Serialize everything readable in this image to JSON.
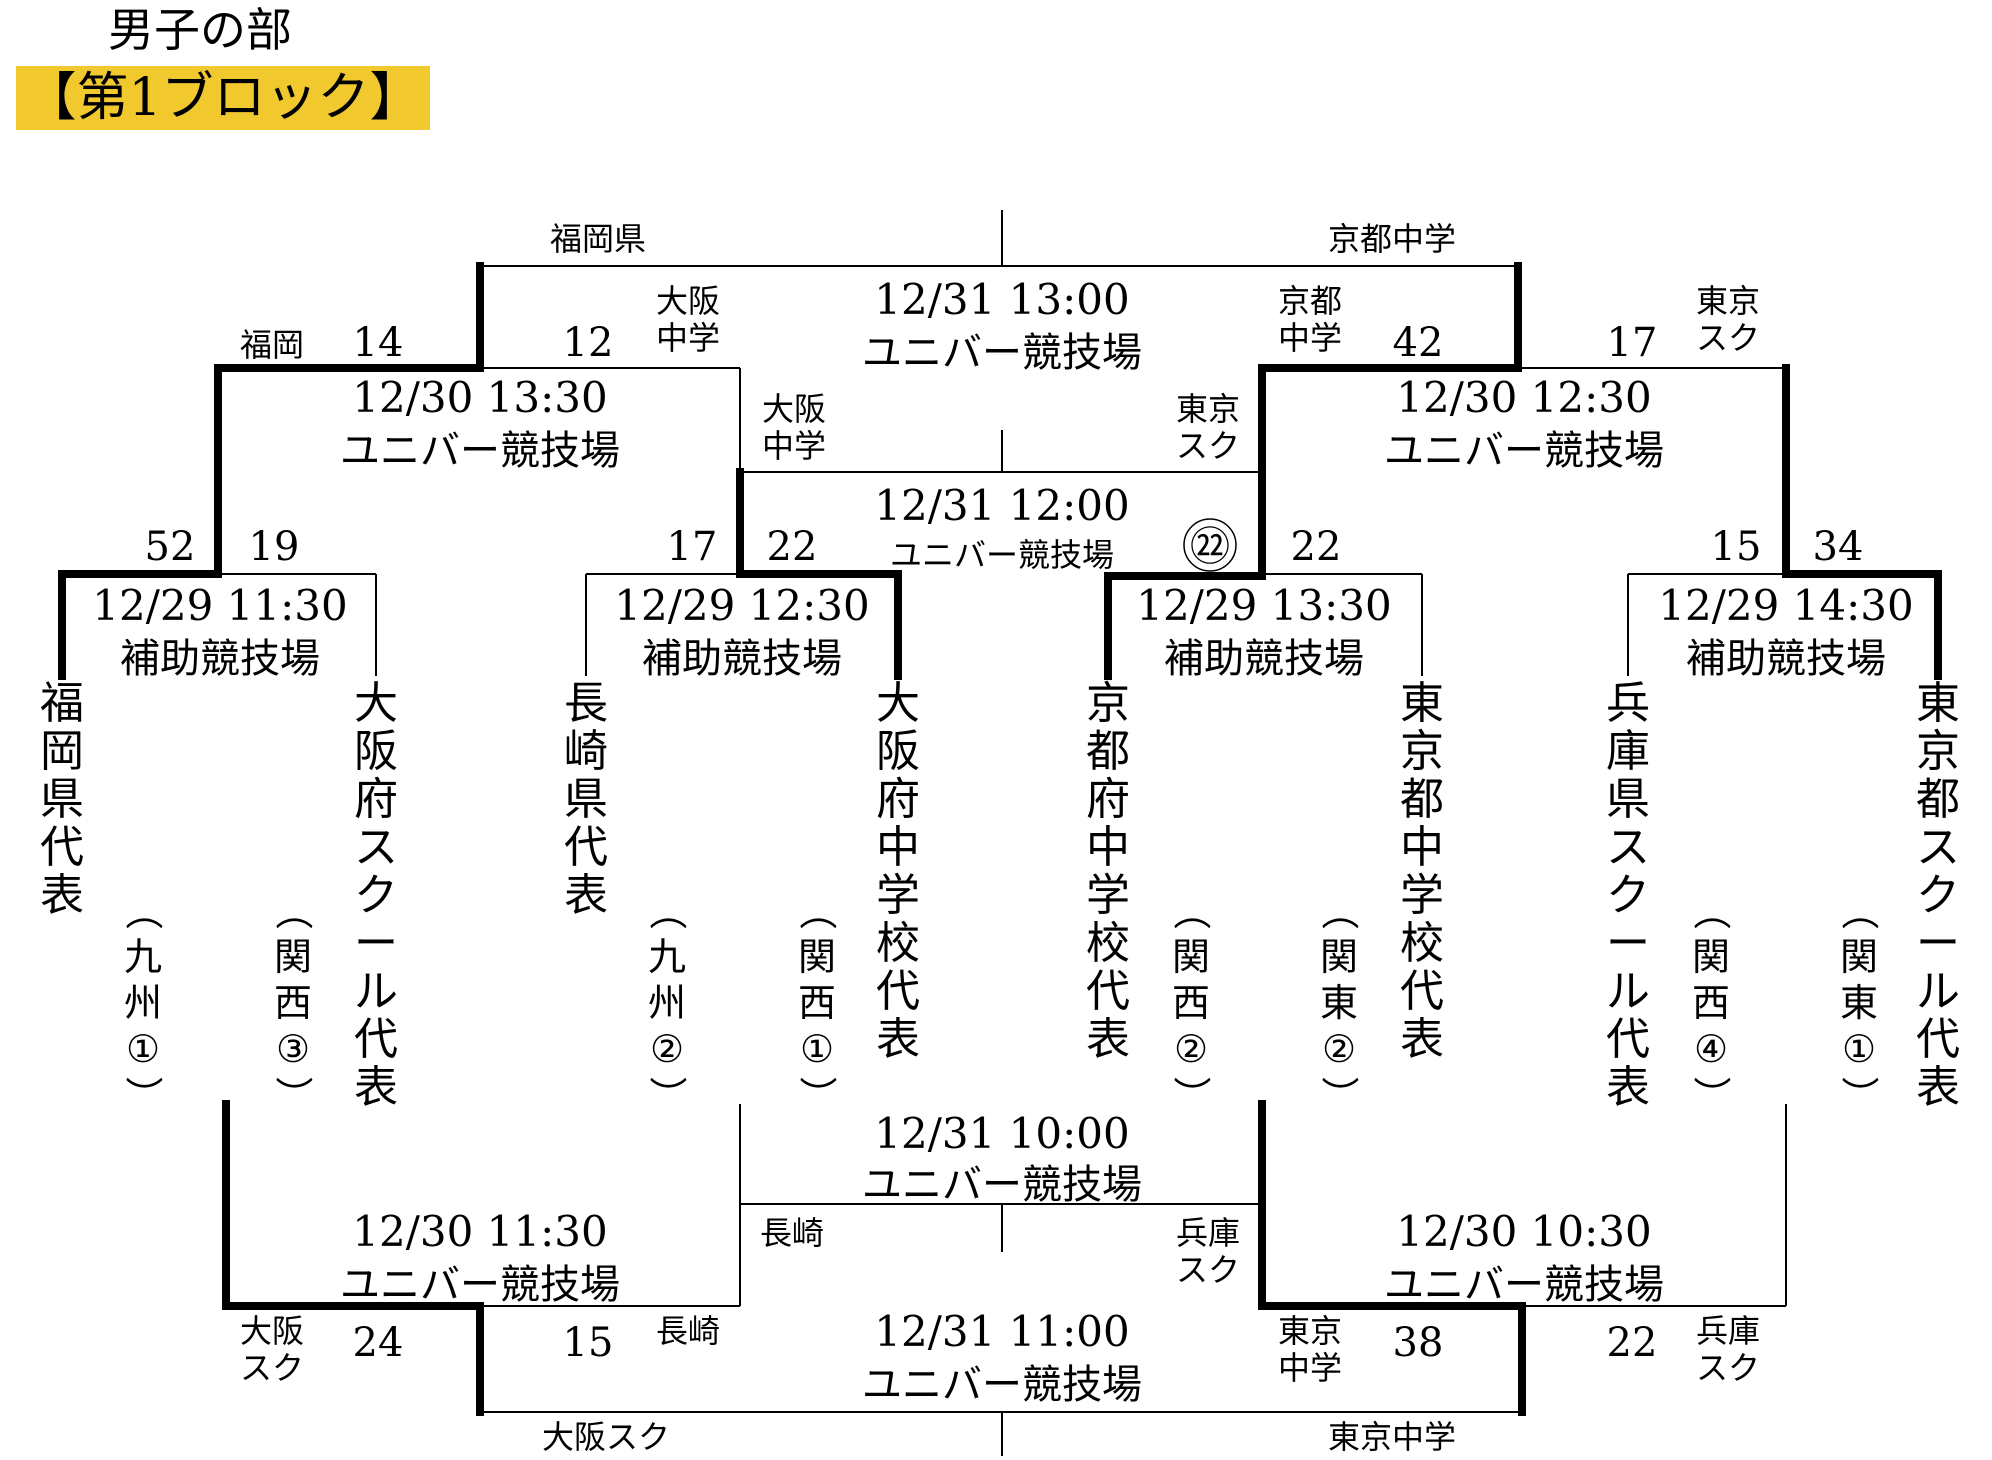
{
  "header": {
    "title": "男子の部",
    "block": "【第1ブロック】",
    "block_bg": "#f2c82f"
  },
  "teams": [
    {
      "id": "t1",
      "name": "福岡県代表",
      "region": "（九州①）"
    },
    {
      "id": "t2",
      "name": "大阪府スクール代表",
      "region": "（関西③）"
    },
    {
      "id": "t3",
      "name": "長崎県代表",
      "region": "（九州②）"
    },
    {
      "id": "t4",
      "name": "大阪府中学校代表",
      "region": "（関西①）"
    },
    {
      "id": "t5",
      "name": "京都府中学校代表",
      "region": "（関西②）"
    },
    {
      "id": "t6",
      "name": "東京都中学校代表",
      "region": "（関東②）"
    },
    {
      "id": "t7",
      "name": "兵庫県スクール代表",
      "region": "（関西④）"
    },
    {
      "id": "t8",
      "name": "東京都スクール代表",
      "region": "（関東①）"
    }
  ],
  "round1": [
    {
      "date": "12/29 11:30",
      "venue": "補助競技場",
      "score_left": "52",
      "score_right": "19"
    },
    {
      "date": "12/29 12:30",
      "venue": "補助競技場",
      "score_left": "17",
      "score_right": "22"
    },
    {
      "date": "12/29 13:30",
      "venue": "補助競技場",
      "score_left": "㉒",
      "score_right": "22"
    },
    {
      "date": "12/29 14:30",
      "venue": "補助競技場",
      "score_left": "15",
      "score_right": "34"
    }
  ],
  "winners_semis": [
    {
      "date": "12/30 13:30",
      "venue": "ユニバー競技場",
      "left_team": "福岡",
      "left_score": "14",
      "right_team": "大阪\n中学",
      "right_score": "12"
    },
    {
      "date": "12/30 12:30",
      "venue": "ユニバー競技場",
      "left_team": "京都\n中学",
      "left_score": "42",
      "right_team": "東京\nスク",
      "right_score": "17"
    }
  ],
  "final": {
    "date": "12/31 13:00",
    "venue": "ユニバー競技場",
    "left_team": "福岡県",
    "right_team": "京都中学"
  },
  "third_place": {
    "date": "12/31 12:00",
    "venue": "ユニバー競技場",
    "left_team": "大阪\n中学",
    "right_team": "東京\nスク"
  },
  "losers_semis": [
    {
      "date": "12/30 11:30",
      "venue": "ユニバー競技場",
      "left_team": "大阪\nスク",
      "left_score": "24",
      "right_team": "長崎",
      "right_score": "15"
    },
    {
      "date": "12/30 10:30",
      "venue": "ユニバー競技場",
      "left_team": "東京\n中学",
      "left_score": "38",
      "right_team": "兵庫\nスク",
      "right_score": "22"
    }
  ],
  "seventh_place": {
    "date": "12/31 10:00",
    "venue": "ユニバー競技場",
    "left_team": "長崎",
    "right_team": "兵庫\nスク"
  },
  "fifth_place": {
    "date": "12/31 11:00",
    "venue": "ユニバー競技場",
    "left_team": "大阪スク",
    "right_team": "東京中学"
  }
}
